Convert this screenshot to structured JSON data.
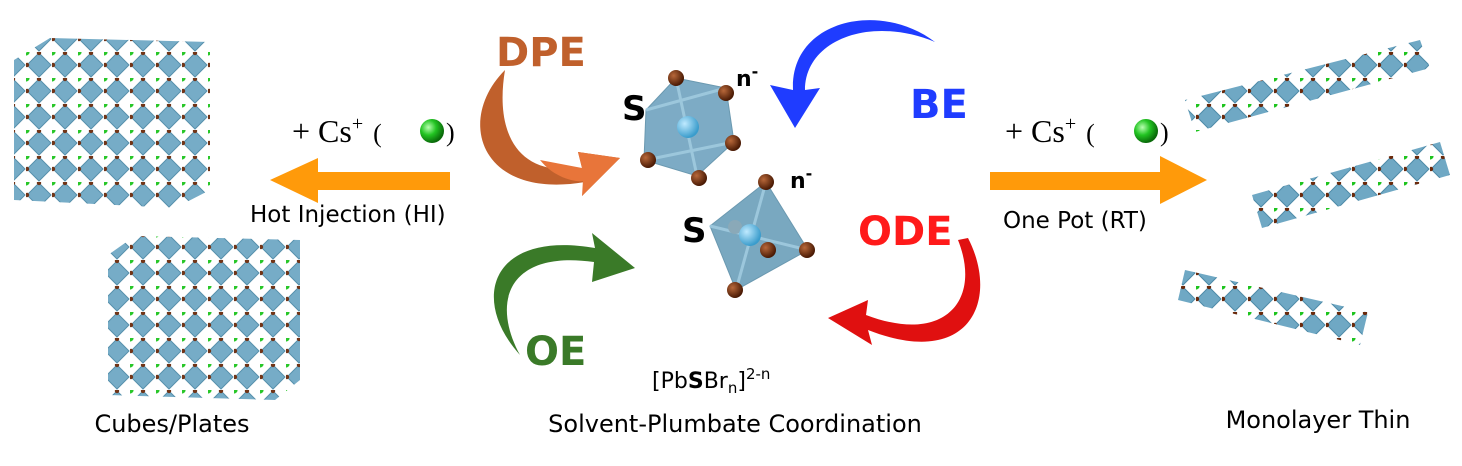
{
  "labels": {
    "left_product": "Cubes/Plates",
    "center": "Solvent-Plumbate Coordination",
    "right_product": "Monolayer Thin",
    "left_route": "Hot Injection (HI)",
    "right_route": "One Pot (RT)",
    "cs_prefix": "+ Cs",
    "cs_sup": "+",
    "paren_open": "(",
    "paren_close": ")"
  },
  "solvents": {
    "dpe": "DPE",
    "be": "BE",
    "ode": "ODE",
    "oe": "OE"
  },
  "complex": {
    "solvent_symbol": "S",
    "charge_base": "n",
    "charge_sign": "-",
    "formula_open": "[Pb",
    "formula_s": "S",
    "formula_br": "Br",
    "formula_sub": "n",
    "formula_close": "]",
    "formula_sup": "2-n"
  },
  "colors": {
    "dpe": "#c0602c",
    "dpe_arrow": "#e8753a",
    "be": "#1f3cff",
    "ode": "#ff1a1a",
    "oe": "#3a7a28",
    "route_arrow": "#ff9a0a",
    "octahedron": "#6fa3bf",
    "pb_atom": "#5bbde6",
    "br_atom": "#7a3010",
    "cs_atom": "#22c422"
  }
}
